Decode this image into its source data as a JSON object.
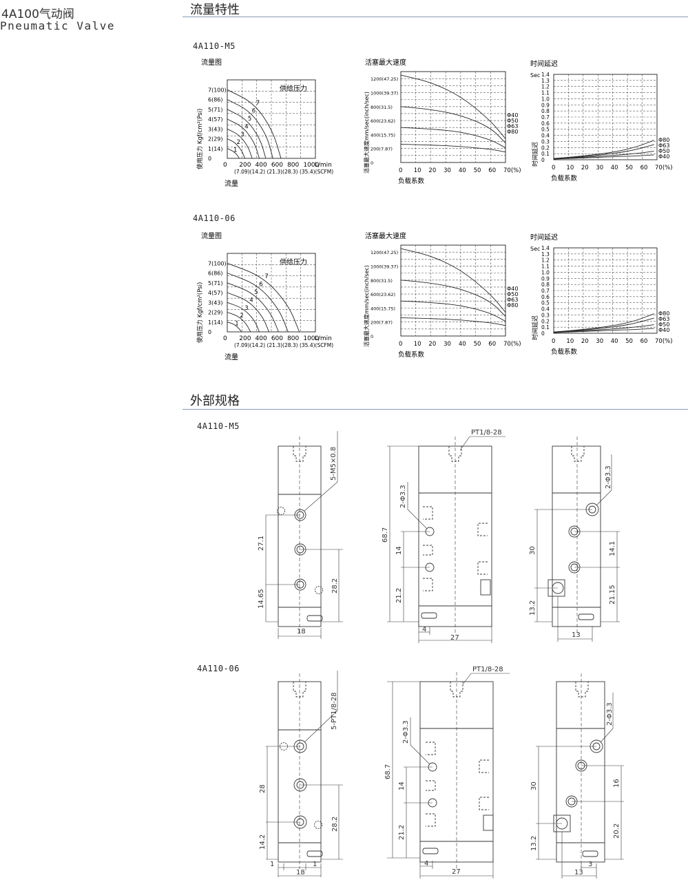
{
  "brand": {
    "line1": "4A100气动阀",
    "line2": "Pneumatic Valve"
  },
  "sections": {
    "flow": {
      "title": "流量特性"
    },
    "dims": {
      "title": "外部规格"
    }
  },
  "models": [
    "4A110-M5",
    "4A110-06"
  ],
  "charts": {
    "flow_title": "流量图",
    "flow_annot": "供给压力",
    "flow_xlabel": "流量",
    "flow_ylabel": "使用压力 Kgf/cm²(Psi)",
    "flow_yticks": [
      "7(100)",
      "6(86)",
      "5(71)",
      "4(57)",
      "3(43)",
      "2(29)",
      "1(14)",
      "0"
    ],
    "flow_xticks": [
      "0",
      "200",
      "400",
      "600",
      "800",
      "1000",
      "L/min"
    ],
    "flow_xticks2": "(7.09)(14.2) (21.3)(28.3) (35.4)(SCFM)",
    "speed_title": "活塞最大速度",
    "speed_ylabel": "活塞最大速度mm/sec(inch/sec)",
    "speed_yticks": [
      "1200(47.25)",
      "1000(39.37)",
      "800(31.5)",
      "600(23.62)",
      "400(15.75)",
      "200(7.87)",
      "0"
    ],
    "delay_title": "时间延迟",
    "delay_unit": "Sec",
    "delay_ylabel": "时间延迟",
    "delay_yticks": [
      "1.4",
      "1.3",
      "1.2",
      "1.1",
      "1.0",
      "0.9",
      "0.8",
      "0.7",
      "0.6",
      "0.5",
      "0.4",
      "0.3",
      "0.2",
      "0.1",
      "0"
    ],
    "load_xticks": [
      "0",
      "10",
      "20",
      "30",
      "40",
      "50",
      "60",
      "70(%)"
    ],
    "load_xlabel": "负载系数",
    "speed_bores": [
      "Φ40",
      "Φ50",
      "Φ63",
      "Φ80"
    ],
    "delay_bores": [
      "Φ80",
      "Φ63",
      "Φ50",
      "Φ40"
    ]
  },
  "chart_data": [
    {
      "type": "line",
      "title": "流量图",
      "model": "4A110-M5",
      "xlabel": "流量",
      "ylabel": "使用压力 Kgf/cm²(Psi)",
      "xlim": [
        0,
        1100
      ],
      "ylim": [
        0,
        8
      ],
      "series": [
        {
          "name": "1",
          "x": [
            0,
            60,
            120,
            150
          ],
          "y": [
            1,
            0.8,
            0.4,
            0
          ]
        },
        {
          "name": "2",
          "x": [
            0,
            100,
            180,
            220
          ],
          "y": [
            2,
            1.6,
            0.8,
            0
          ]
        },
        {
          "name": "3",
          "x": [
            0,
            150,
            260,
            310
          ],
          "y": [
            3,
            2.4,
            1.2,
            0
          ]
        },
        {
          "name": "4",
          "x": [
            0,
            200,
            340,
            400
          ],
          "y": [
            4,
            3.2,
            1.6,
            0
          ]
        },
        {
          "name": "5",
          "x": [
            0,
            240,
            410,
            480
          ],
          "y": [
            5,
            4.0,
            2.0,
            0
          ]
        },
        {
          "name": "6",
          "x": [
            0,
            290,
            490,
            570
          ],
          "y": [
            6,
            4.8,
            2.4,
            0
          ]
        },
        {
          "name": "7",
          "x": [
            0,
            340,
            570,
            670
          ],
          "y": [
            7,
            5.6,
            2.8,
            0
          ]
        }
      ]
    },
    {
      "type": "line",
      "title": "活塞最大速度",
      "model": "4A110-M5",
      "xlabel": "负载系数",
      "ylabel": "活塞最大速度mm/sec(inch/sec)",
      "xlim": [
        0,
        70
      ],
      "ylim": [
        0,
        1300
      ],
      "series": [
        {
          "name": "Φ40",
          "x": [
            0,
            20,
            40,
            60,
            70
          ],
          "y": [
            1250,
            1150,
            950,
            600,
            340
          ]
        },
        {
          "name": "Φ50",
          "x": [
            0,
            20,
            40,
            60,
            70
          ],
          "y": [
            800,
            760,
            680,
            500,
            280
          ]
        },
        {
          "name": "Φ63",
          "x": [
            0,
            20,
            40,
            60,
            70
          ],
          "y": [
            500,
            480,
            440,
            330,
            210
          ]
        },
        {
          "name": "Φ80",
          "x": [
            0,
            20,
            40,
            60,
            70
          ],
          "y": [
            260,
            250,
            230,
            190,
            150
          ]
        }
      ]
    },
    {
      "type": "line",
      "title": "时间延迟",
      "model": "4A110-M5",
      "xlabel": "负载系数",
      "ylabel": "时间延迟",
      "xlim": [
        0,
        70
      ],
      "ylim": [
        0,
        1.4
      ],
      "series": [
        {
          "name": "Φ80",
          "x": [
            0,
            20,
            40,
            55,
            68
          ],
          "y": [
            0.02,
            0.06,
            0.12,
            0.2,
            0.32
          ]
        },
        {
          "name": "Φ63",
          "x": [
            0,
            20,
            40,
            55,
            68
          ],
          "y": [
            0.02,
            0.05,
            0.1,
            0.16,
            0.25
          ]
        },
        {
          "name": "Φ50",
          "x": [
            0,
            20,
            40,
            55,
            68
          ],
          "y": [
            0.01,
            0.04,
            0.07,
            0.1,
            0.14
          ]
        },
        {
          "name": "Φ40",
          "x": [
            0,
            20,
            40,
            55,
            68
          ],
          "y": [
            0.01,
            0.03,
            0.05,
            0.06,
            0.08
          ]
        }
      ]
    },
    {
      "type": "line",
      "title": "流量图",
      "model": "4A110-06",
      "xlabel": "流量",
      "ylabel": "使用压力 Kgf/cm²(Psi)",
      "xlim": [
        0,
        1100
      ],
      "ylim": [
        0,
        8
      ],
      "series": [
        {
          "name": "1",
          "x": [
            0,
            80,
            140,
            180
          ],
          "y": [
            1,
            0.8,
            0.4,
            0
          ]
        },
        {
          "name": "2",
          "x": [
            0,
            140,
            240,
            290
          ],
          "y": [
            2,
            1.6,
            0.8,
            0
          ]
        },
        {
          "name": "3",
          "x": [
            0,
            200,
            340,
            400
          ],
          "y": [
            3,
            2.4,
            1.2,
            0
          ]
        },
        {
          "name": "4",
          "x": [
            0,
            260,
            440,
            520
          ],
          "y": [
            4,
            3.2,
            1.6,
            0
          ]
        },
        {
          "name": "5",
          "x": [
            0,
            320,
            540,
            640
          ],
          "y": [
            5,
            4.0,
            2.0,
            0
          ]
        },
        {
          "name": "6",
          "x": [
            0,
            380,
            640,
            760
          ],
          "y": [
            6,
            4.8,
            2.4,
            0
          ]
        },
        {
          "name": "7",
          "x": [
            0,
            450,
            760,
            900
          ],
          "y": [
            7,
            5.6,
            2.8,
            0
          ]
        }
      ]
    },
    {
      "type": "line",
      "title": "活塞最大速度",
      "model": "4A110-06",
      "xlabel": "负载系数",
      "ylabel": "活塞最大速度mm/sec(inch/sec)",
      "xlim": [
        0,
        70
      ],
      "ylim": [
        0,
        1300
      ],
      "series": [
        {
          "name": "Φ40",
          "x": [
            0,
            20,
            40,
            60,
            70
          ],
          "y": [
            1250,
            1150,
            950,
            600,
            340
          ]
        },
        {
          "name": "Φ50",
          "x": [
            0,
            20,
            40,
            60,
            70
          ],
          "y": [
            800,
            760,
            680,
            500,
            280
          ]
        },
        {
          "name": "Φ63",
          "x": [
            0,
            20,
            40,
            60,
            70
          ],
          "y": [
            500,
            480,
            440,
            330,
            210
          ]
        },
        {
          "name": "Φ80",
          "x": [
            0,
            20,
            40,
            60,
            70
          ],
          "y": [
            260,
            250,
            230,
            190,
            150
          ]
        }
      ]
    },
    {
      "type": "line",
      "title": "时间延迟",
      "model": "4A110-06",
      "xlabel": "负载系数",
      "ylabel": "时间延迟",
      "xlim": [
        0,
        70
      ],
      "ylim": [
        0,
        1.4
      ],
      "series": [
        {
          "name": "Φ80",
          "x": [
            0,
            20,
            40,
            55,
            68
          ],
          "y": [
            0.02,
            0.06,
            0.12,
            0.2,
            0.32
          ]
        },
        {
          "name": "Φ63",
          "x": [
            0,
            20,
            40,
            55,
            68
          ],
          "y": [
            0.02,
            0.05,
            0.1,
            0.16,
            0.25
          ]
        },
        {
          "name": "Φ50",
          "x": [
            0,
            20,
            40,
            55,
            68
          ],
          "y": [
            0.01,
            0.04,
            0.07,
            0.1,
            0.14
          ]
        },
        {
          "name": "Φ40",
          "x": [
            0,
            20,
            40,
            55,
            68
          ],
          "y": [
            0.01,
            0.03,
            0.05,
            0.06,
            0.08
          ]
        }
      ]
    }
  ],
  "drawings": {
    "m5": {
      "port_label": "PT1/8-28",
      "front": {
        "callout": "5-M5×0.8",
        "dims": [
          "27.1",
          "14.65",
          "28.2",
          "18"
        ]
      },
      "side": {
        "callout": "2-Φ3.3",
        "dims": [
          "68.7",
          "14",
          "21.2",
          "4",
          "27"
        ]
      },
      "right": {
        "callout": "2-Φ3.3",
        "dims": [
          "30",
          "13.2",
          "14.1",
          "21.15",
          "13"
        ]
      }
    },
    "r06": {
      "port_label": "PT1/8-28",
      "front": {
        "callout": "5-PT1/8-28",
        "dims": [
          "28",
          "14.2",
          "28.2",
          "1",
          "1",
          "18"
        ]
      },
      "side": {
        "callout": "2-Φ3.3",
        "dims": [
          "68.7",
          "14",
          "21.2",
          "4",
          "27"
        ]
      },
      "right": {
        "callout": "2-Φ3.3",
        "dims": [
          "30",
          "13.2",
          "16",
          "20.2",
          "3",
          "13"
        ]
      }
    }
  }
}
